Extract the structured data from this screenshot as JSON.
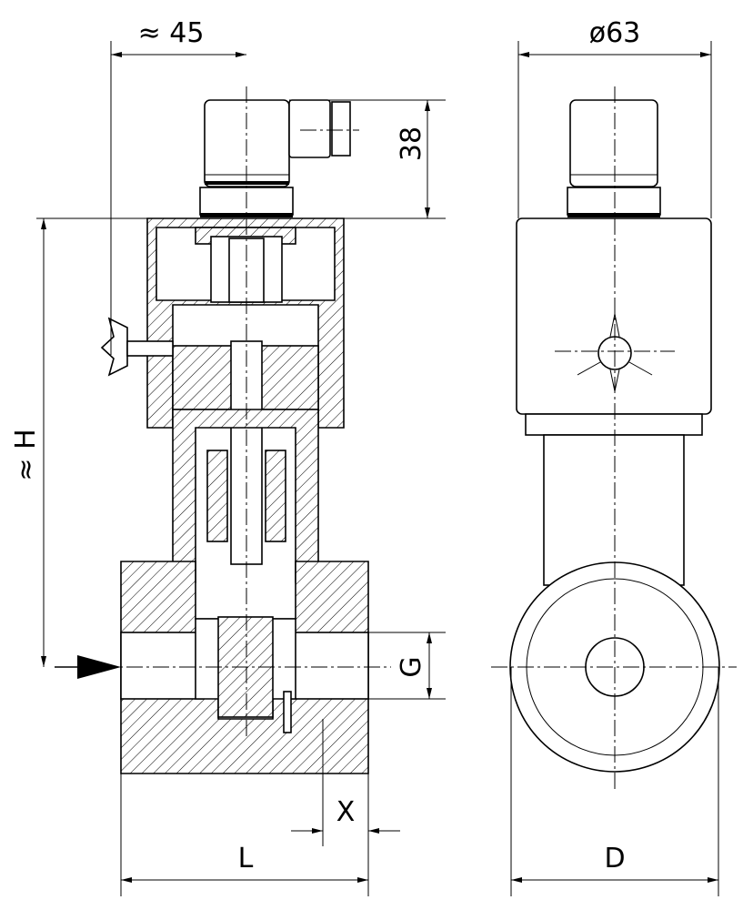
{
  "labels": {
    "width_approx": "≈ 45",
    "diameter": "ø63",
    "connector_height": "38",
    "height_approx": "≈ H",
    "thread": "G",
    "offset": "X",
    "length": "L",
    "body_diameter": "D"
  },
  "colors": {
    "line": "#000000",
    "background": "#ffffff"
  }
}
